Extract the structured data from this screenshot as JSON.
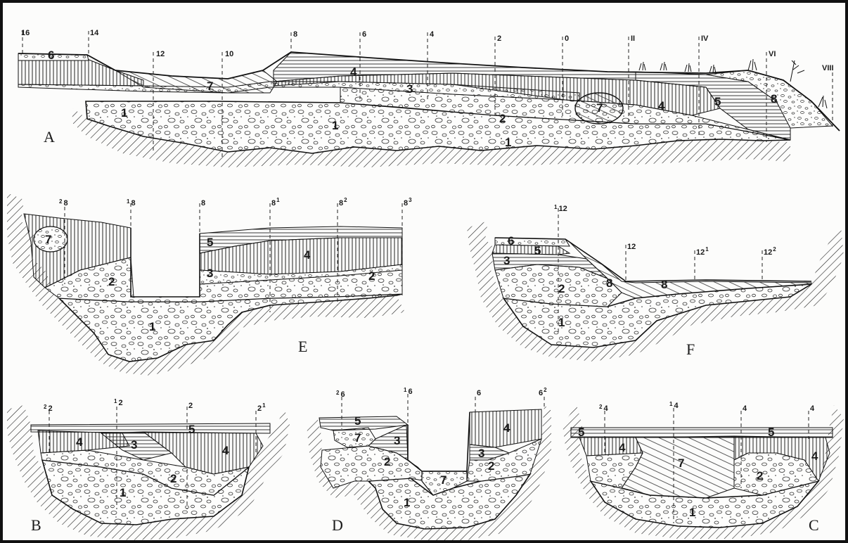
{
  "panels": {
    "A": {
      "letter": "A",
      "markers": [
        "16",
        "14",
        "12",
        "10",
        "8",
        "6",
        "4",
        "2",
        "0",
        "II",
        "IV",
        "VI",
        "VIII"
      ],
      "layers": [
        "6",
        "1",
        "7",
        "4",
        "3",
        "2",
        "1",
        "1",
        "7",
        "4",
        "5",
        "8"
      ]
    },
    "E": {
      "letter": "E",
      "markers": [
        {
          "base": "2",
          "sub": "8"
        },
        {
          "base": "1",
          "sub": "8"
        },
        {
          "base": "8",
          "sub": ""
        },
        {
          "base": "8",
          "sup": "1"
        },
        {
          "base": "8",
          "sup": "2"
        },
        {
          "base": "8",
          "sup": "3"
        }
      ],
      "layers": [
        "7",
        "2",
        "5",
        "3",
        "4",
        "2",
        "1"
      ]
    },
    "F": {
      "letter": "F",
      "markers": [
        {
          "base": "1",
          "sub": "12"
        },
        {
          "base": "12",
          "sup": ""
        },
        {
          "base": "12",
          "sup": "1"
        },
        {
          "base": "12",
          "sup": "2"
        }
      ],
      "layers": [
        "6",
        "5",
        "3",
        "2",
        "8",
        "8",
        "1"
      ]
    },
    "B": {
      "letter": "B",
      "markers": [
        {
          "base": "2",
          "sub": "2"
        },
        {
          "base": "1",
          "sub": "2"
        },
        {
          "base": "2",
          "sub": ""
        },
        {
          "base": "2",
          "sup": "1"
        }
      ],
      "layers": [
        "5",
        "4",
        "3",
        "4",
        "2",
        "1"
      ]
    },
    "D": {
      "letter": "D",
      "markers": [
        {
          "base": "2",
          "sub": "6"
        },
        {
          "base": "1",
          "sub": "6"
        },
        {
          "base": "6",
          "sup": ""
        },
        {
          "base": "6",
          "sup": "2"
        }
      ],
      "layers": [
        "5",
        "7",
        "3",
        "2",
        "7",
        "4",
        "3",
        "2",
        "1"
      ]
    },
    "C": {
      "letter": "C",
      "markers": [
        {
          "base": "2",
          "sub": "4"
        },
        {
          "base": "1",
          "sub": "4"
        },
        {
          "base": "4",
          "sup": ""
        },
        {
          "base": "4",
          "sup": ""
        }
      ],
      "layers": [
        "5",
        "4",
        "7",
        "5",
        "4",
        "2",
        "1"
      ]
    }
  }
}
